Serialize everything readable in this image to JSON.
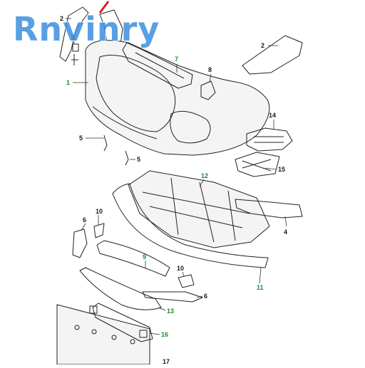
{
  "watermark": {
    "text": "Rnvinry",
    "color": "#3d8fe0"
  },
  "colors": {
    "label_black": "#1a1a1a",
    "label_green": "#1d8a2a",
    "leader": "#333333",
    "accent_red": "#e02020"
  },
  "callouts": [
    {
      "id": "c2a",
      "text": "2",
      "color": "black"
    },
    {
      "id": "c3",
      "text": "3",
      "color": "black"
    },
    {
      "id": "c2b",
      "text": "2",
      "color": "black"
    },
    {
      "id": "c7",
      "text": "7",
      "color": "green"
    },
    {
      "id": "c8",
      "text": "8",
      "color": "black"
    },
    {
      "id": "c1",
      "text": "1",
      "color": "green"
    },
    {
      "id": "c14",
      "text": "14",
      "color": "black"
    },
    {
      "id": "c5a",
      "text": "5",
      "color": "black"
    },
    {
      "id": "c5b",
      "text": "5",
      "color": "black"
    },
    {
      "id": "c15",
      "text": "15",
      "color": "black"
    },
    {
      "id": "c12",
      "text": "12",
      "color": "green"
    },
    {
      "id": "c4",
      "text": "4",
      "color": "black"
    },
    {
      "id": "c6a",
      "text": "6",
      "color": "black"
    },
    {
      "id": "c10a",
      "text": "10",
      "color": "black"
    },
    {
      "id": "c9",
      "text": "9",
      "color": "green"
    },
    {
      "id": "c10b",
      "text": "10",
      "color": "black"
    },
    {
      "id": "c6b",
      "text": "6",
      "color": "black"
    },
    {
      "id": "c11",
      "text": "11",
      "color": "green"
    },
    {
      "id": "c13",
      "text": "13",
      "color": "green"
    },
    {
      "id": "c16",
      "text": "16",
      "color": "green"
    },
    {
      "id": "c17",
      "text": "17",
      "color": "black"
    }
  ]
}
